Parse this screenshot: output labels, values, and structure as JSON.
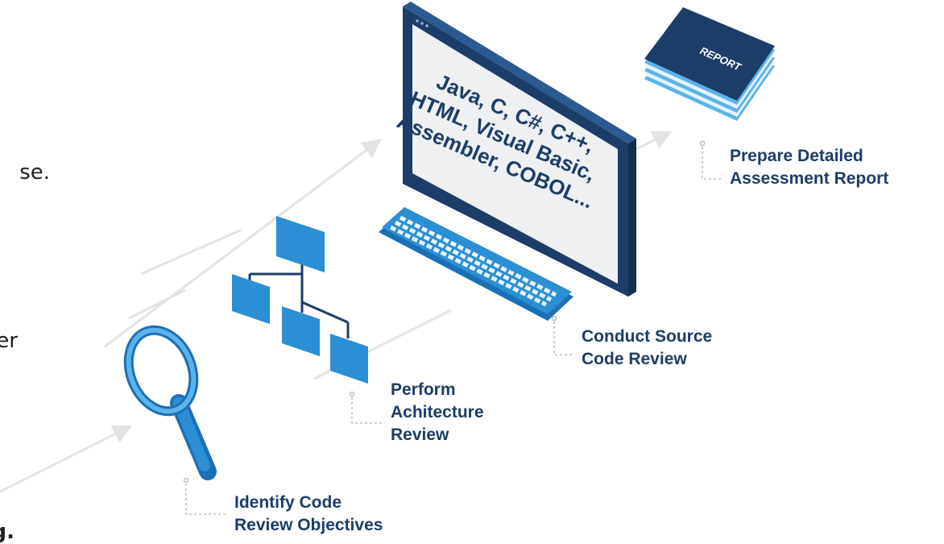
{
  "side_text": {
    "fragment_1": "se.",
    "fragment_2": "er",
    "fragment_3": "g."
  },
  "steps": [
    {
      "lines": [
        "Identify Code",
        "Review Objectives"
      ],
      "icon": "magnifier-icon"
    },
    {
      "lines": [
        "Perform",
        "Achitecture",
        "Review"
      ],
      "icon": "hierarchy-icon"
    },
    {
      "lines": [
        "Conduct Source",
        "Code Review"
      ],
      "icon": "computer-monitor-icon"
    },
    {
      "lines": [
        "Prepare Detailed",
        "Assessment Report"
      ],
      "icon": "report-stack-icon"
    }
  ],
  "monitor": {
    "languages": [
      "Java, C, C#, C++,",
      "HTML, Visual Basic,",
      "Assembler, COBOL..."
    ]
  },
  "report": {
    "cover_label": "REPORT"
  },
  "colors": {
    "primary_blue": "#2b8fd6",
    "light_blue": "#5bb3ea",
    "dark_navy": "#1c3d68",
    "screen_gray": "#eef0f2",
    "connector_gray": "#bfbfbf"
  }
}
